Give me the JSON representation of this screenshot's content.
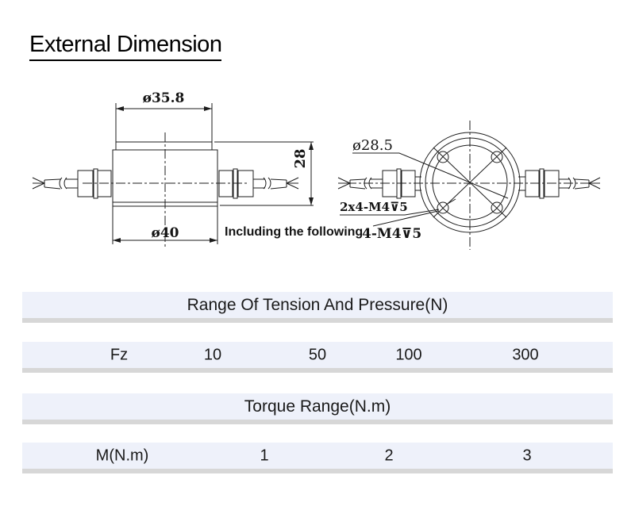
{
  "page": {
    "title": "External Dimension"
  },
  "drawing": {
    "side_view": {
      "dim_top_diameter": "ø35.8",
      "dim_bottom_diameter": "ø40",
      "dim_height": "28"
    },
    "front_view": {
      "dim_bolt_circle": "ø28.5",
      "callout_thread_top": "2x4-M4⊽5",
      "note": "Including the following",
      "callout_thread_bottom": "4-M4⊽5"
    }
  },
  "tables": [
    {
      "header": "Range Of Tension And Pressure(N)",
      "row": [
        "Fz",
        "10",
        "50",
        "100",
        "300"
      ]
    },
    {
      "header": "Torque Range(N.m)",
      "row": [
        "M(N.m)",
        "1",
        "2",
        "3"
      ]
    }
  ],
  "colors": {
    "row_bg": "#eef1fa",
    "row_border": "#d7d7d7",
    "line": "#1c1c1c"
  }
}
